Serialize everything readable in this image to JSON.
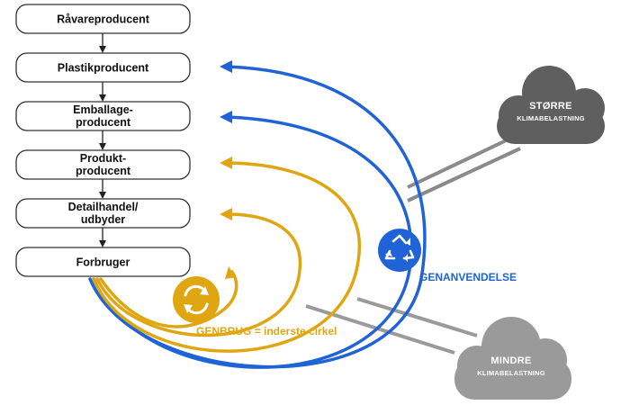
{
  "steps": [
    {
      "lines": [
        "Råvareproducent"
      ]
    },
    {
      "lines": [
        "Plastikproducent"
      ]
    },
    {
      "lines": [
        "Emballage-",
        "producent"
      ]
    },
    {
      "lines": [
        "Produkt-",
        "producent"
      ]
    },
    {
      "lines": [
        "Detailhandel/",
        "udbyder"
      ]
    },
    {
      "lines": [
        "Forbruger"
      ]
    }
  ],
  "clouds": {
    "greater": {
      "title": "STØRRE",
      "subtitle": "KLIMABELASTNING"
    },
    "lesser": {
      "title": "MINDRE",
      "subtitle": "KLIMABELASTNING"
    }
  },
  "labels": {
    "recycling": "GENANVENDELSE",
    "reuse": "GENBRUG = inderste cirkel"
  },
  "colors": {
    "blue": "#1f63d6",
    "yellow": "#e0a612",
    "cloud_dark": "#5f5f5f",
    "cloud_light": "#9a9a9a",
    "connector": "#8a8a8a",
    "box_border": "#333333"
  },
  "icons": {
    "recycling": "recycle-triangle-icon",
    "reuse": "circular-arrows-icon"
  }
}
